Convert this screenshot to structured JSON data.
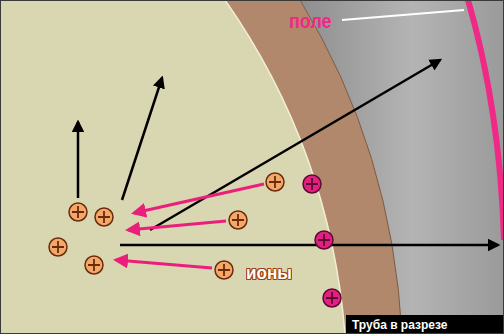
{
  "diagram": {
    "labels": [
      "поле",
      "ионы",
      "Труба в разрезе"
    ]
  }
}
